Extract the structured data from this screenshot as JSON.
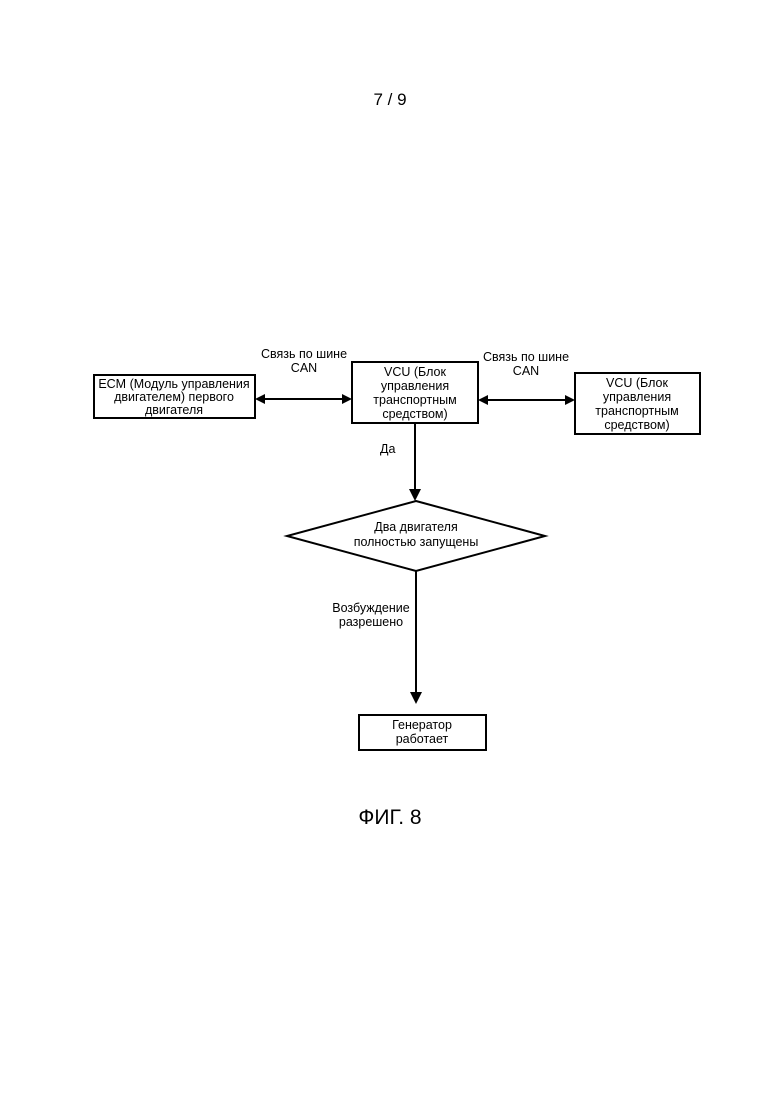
{
  "page_number": "7 / 9",
  "figure_caption": "ФИГ. 8",
  "diagram": {
    "ecm_box": {
      "lines": [
        "ECM (Модуль управления",
        "двигателем) первого",
        "двигателя"
      ]
    },
    "vcu_center_box": {
      "lines": [
        "VCU (Блок",
        "управления",
        "транспортным",
        "средством)"
      ]
    },
    "vcu_right_box": {
      "lines": [
        "VCU (Блок",
        "управления",
        "транспортным",
        "средством)"
      ]
    },
    "can_left_label": {
      "lines": [
        "Связь по шине",
        "CAN"
      ]
    },
    "can_right_label": {
      "lines": [
        "Связь по шине",
        "CAN"
      ]
    },
    "yes_label": "Да",
    "decision": {
      "lines": [
        "Два двигателя",
        "полностью запущены"
      ]
    },
    "excitation_label": {
      "lines": [
        "Возбуждение",
        "разрешено"
      ]
    },
    "generator_box": {
      "lines": [
        "Генератор",
        "работает"
      ]
    }
  }
}
